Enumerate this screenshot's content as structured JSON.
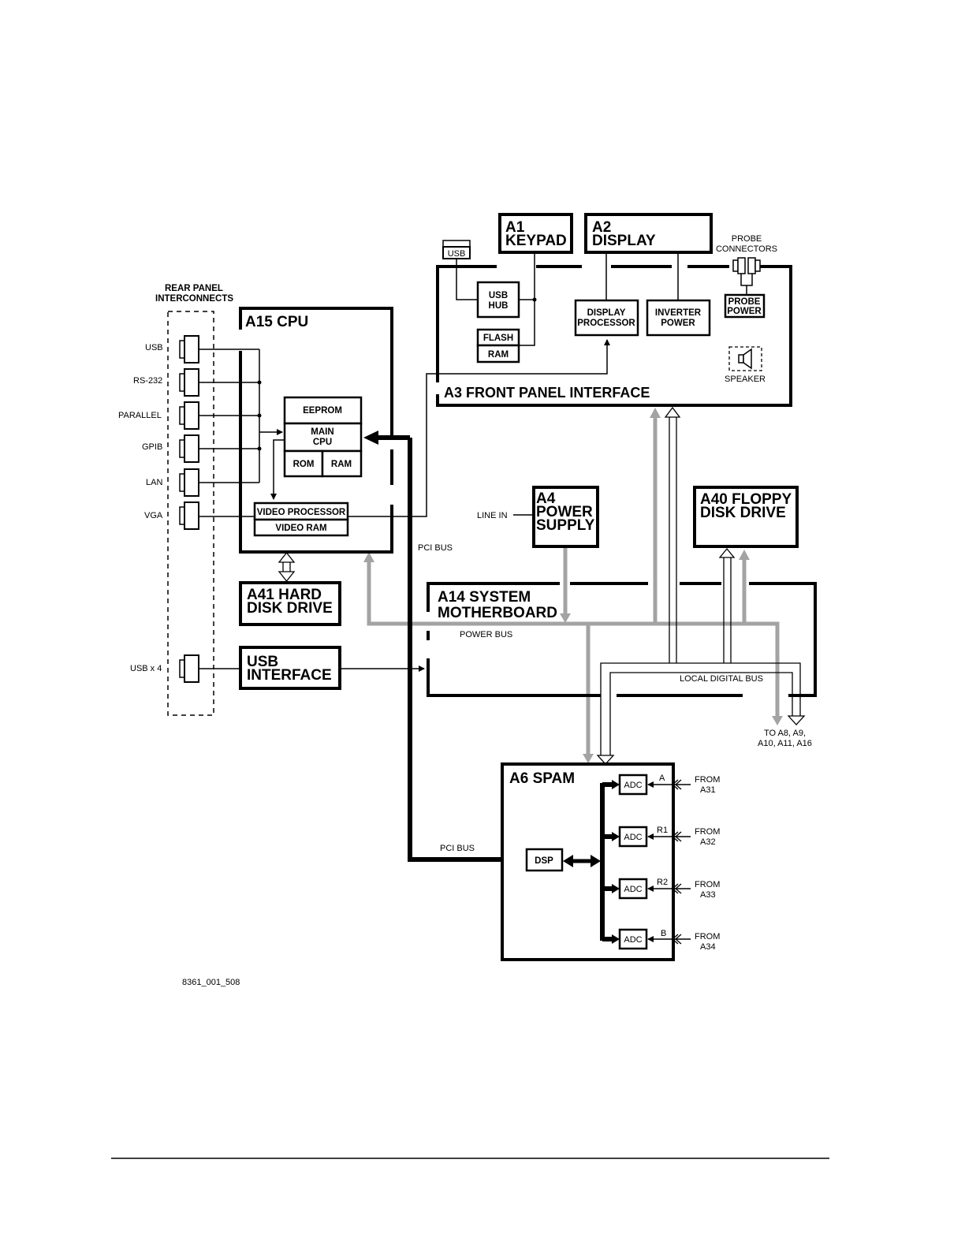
{
  "rear_panel": {
    "title_line1": "REAR PANEL",
    "title_line2": "INTERCONNECTS",
    "ports": [
      "USB",
      "RS-232",
      "PARALLEL",
      "GPIB",
      "LAN",
      "VGA"
    ],
    "usb4": "USB x 4"
  },
  "a15": {
    "title": "A15 CPU",
    "eeprom": "EEPROM",
    "main_cpu_1": "MAIN",
    "main_cpu_2": "CPU",
    "rom": "ROM",
    "ram": "RAM",
    "video_processor": "VIDEO PROCESSOR",
    "video_ram": "VIDEO RAM"
  },
  "a41": {
    "line1": "A41 HARD",
    "line2": "DISK DRIVE"
  },
  "usb_interface": {
    "line1": "USB",
    "line2": "INTERFACE"
  },
  "a1": {
    "line1": "A1",
    "line2": "KEYPAD"
  },
  "a2": {
    "line1": "A2",
    "line2": "DISPLAY"
  },
  "a3": {
    "title": "A3 FRONT PANEL INTERFACE",
    "usb": "USB",
    "usb_hub_1": "USB",
    "usb_hub_2": "HUB",
    "flash": "FLASH",
    "ram": "RAM",
    "display_proc_1": "DISPLAY",
    "display_proc_2": "PROCESSOR",
    "inverter_1": "INVERTER",
    "inverter_2": "POWER",
    "probe_conn_1": "PROBE",
    "probe_conn_2": "CONNECTORS",
    "probe_power_1": "PROBE",
    "probe_power_2": "POWER",
    "speaker": "SPEAKER"
  },
  "a4": {
    "line1": "A4",
    "line2": "POWER",
    "line3": "SUPPLY",
    "line_in": "LINE IN"
  },
  "a40": {
    "line1": "A40 FLOPPY",
    "line2": "DISK DRIVE"
  },
  "a14": {
    "line1": "A14 SYSTEM",
    "line2": "MOTHERBOARD",
    "power_bus": "POWER BUS",
    "local_digital_bus": "LOCAL DIGITAL BUS"
  },
  "pci_bus_top": "PCI BUS",
  "pci_bus_bottom": "PCI BUS",
  "to_targets_1": "TO A8, A9,",
  "to_targets_2": "A10, A11, A16",
  "a6": {
    "title": "A6 SPAM",
    "dsp": "DSP",
    "adc_label": "ADC",
    "channels": [
      {
        "name": "A",
        "from1": "FROM",
        "from2": "A31"
      },
      {
        "name": "R1",
        "from1": "FROM",
        "from2": "A32"
      },
      {
        "name": "R2",
        "from1": "FROM",
        "from2": "A33"
      },
      {
        "name": "B",
        "from1": "FROM",
        "from2": "A34"
      }
    ]
  },
  "figure_id": "8361_001_508"
}
